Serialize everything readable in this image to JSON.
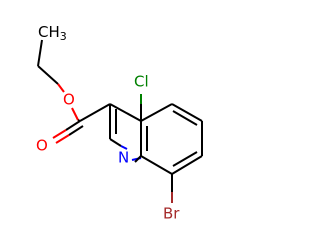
{
  "molecule": {
    "colors": {
      "carbon": "#000000",
      "oxygen": "#ff0000",
      "nitrogen": "#0000ff",
      "chlorine": "#008000",
      "bromine": "#a52a2a"
    },
    "labels": {
      "ch3": "CH",
      "ch3_subscript": "3",
      "ester_oxygen": "O",
      "carbonyl_oxygen": "O",
      "chlorine": "Cl",
      "nitrogen": "N",
      "bromine": "Br"
    }
  }
}
